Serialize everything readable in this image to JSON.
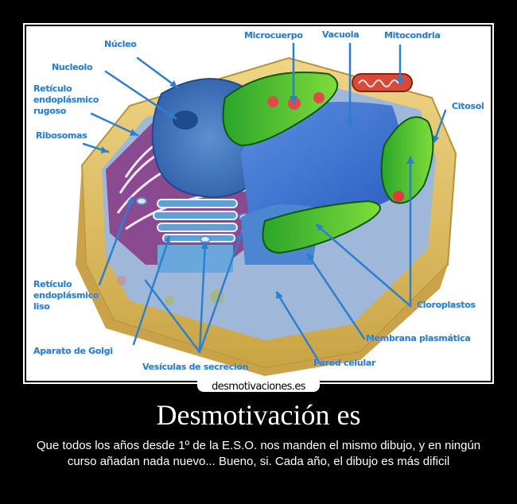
{
  "poster": {
    "title": "Desmotivación es",
    "caption": "Que todos los años desde 1º de la E.S.O. nos manden el mismo dibujo, y en ningún curso añadan nada nuevo... Bueno, si. Cada año, el dibujo es más dificil",
    "watermark": "desmotivaciones.es",
    "colors": {
      "background": "#000000",
      "frame": "#ffffff",
      "label_blue": "#2f7fd0"
    }
  },
  "diagram": {
    "subject": "plant-cell",
    "labels": {
      "nucleo": "Núcleo",
      "nucleolo": "Nucleolo",
      "reticulo_rugoso": "Retículo endoplásmico rugoso",
      "reticulo_rugoso_l1": "Retículo",
      "reticulo_rugoso_l2": "endoplásmico",
      "reticulo_rugoso_l3": "rugoso",
      "ribosomas": "Ribosomas",
      "microcuerpo": "Microcuerpo",
      "vacuola": "Vacuola",
      "mitocondria": "Mitocondria",
      "citosol": "Citosol",
      "reticulo_liso_l1": "Retículo",
      "reticulo_liso_l2": "endoplásmico",
      "reticulo_liso_l3": "liso",
      "aparato_golgi": "Aparato de Golgi",
      "vesiculas": "Vesículas de secreción",
      "pared_celular": "Pared celular",
      "membrana": "Membrana plasmática",
      "cloroplastos": "Cloroplastos"
    }
  }
}
